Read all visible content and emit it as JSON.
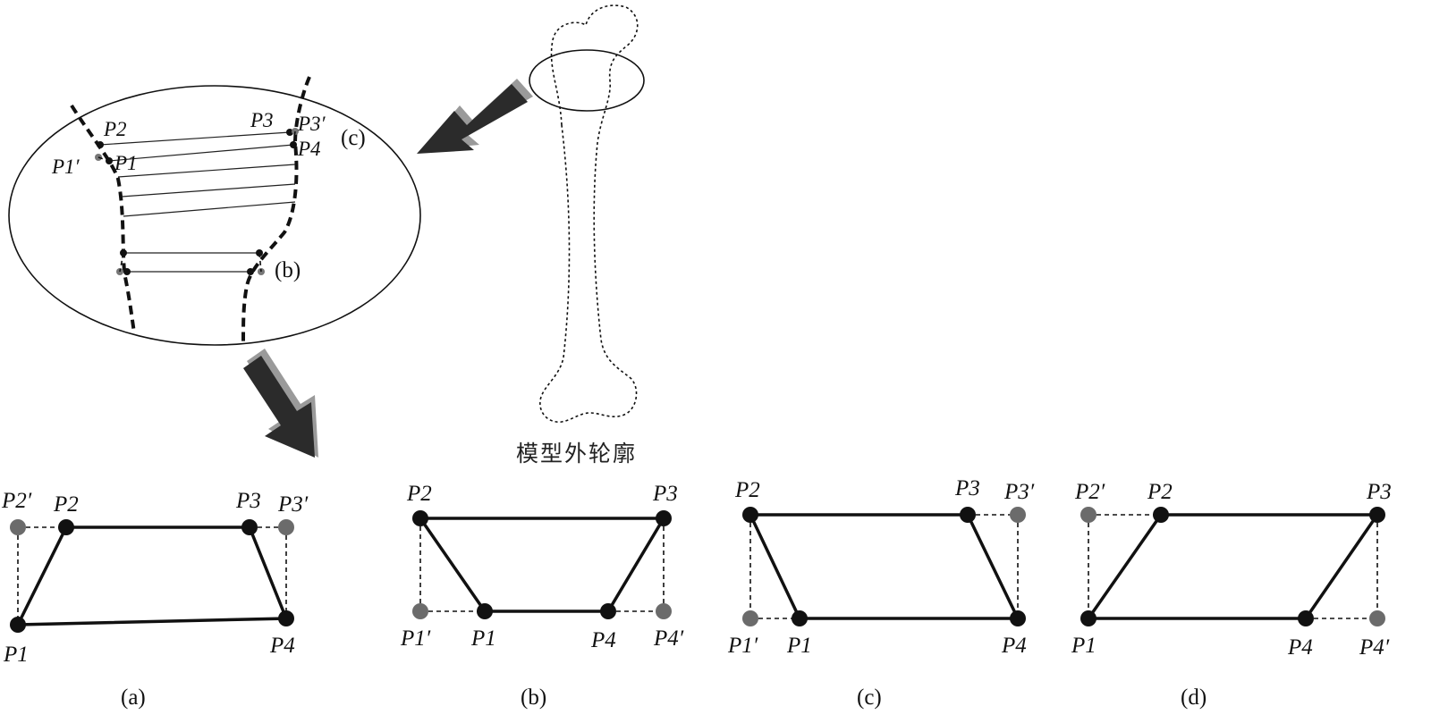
{
  "model_caption": "模型外轮廓",
  "callouts": {
    "c": "(c)",
    "b": "(b)"
  },
  "zoom_labels": {
    "p1": "P1",
    "p1_prime": "P1′",
    "p2": "P2",
    "p3": "P3",
    "p3_prime": "P3′",
    "p4": "P4"
  },
  "panels": [
    {
      "caption": "(a)",
      "labels": {
        "p1": "P1",
        "p2": "P2",
        "p2_prime": "P2′",
        "p3": "P3",
        "p3_prime": "P3′",
        "p4": "P4"
      }
    },
    {
      "caption": "(b)",
      "labels": {
        "p1": "P1",
        "p1_prime": "P1′",
        "p2": "P2",
        "p3": "P3",
        "p4": "P4",
        "p4_prime": "P4′"
      }
    },
    {
      "caption": "(c)",
      "labels": {
        "p1": "P1",
        "p1_prime": "P1′",
        "p2": "P2",
        "p3": "P3",
        "p3_prime": "P3′",
        "p4": "P4"
      }
    },
    {
      "caption": "(d)",
      "labels": {
        "p1": "P1",
        "p2": "P2",
        "p2_prime": "P2′",
        "p3": "P3",
        "p4": "P4",
        "p4_prime": "P4′"
      }
    }
  ],
  "colors": {
    "point": "#111111",
    "ghost_point": "#6b6b6b",
    "arrow": "#2b2b2b",
    "arrow_shadow": "#9a9a9a"
  }
}
